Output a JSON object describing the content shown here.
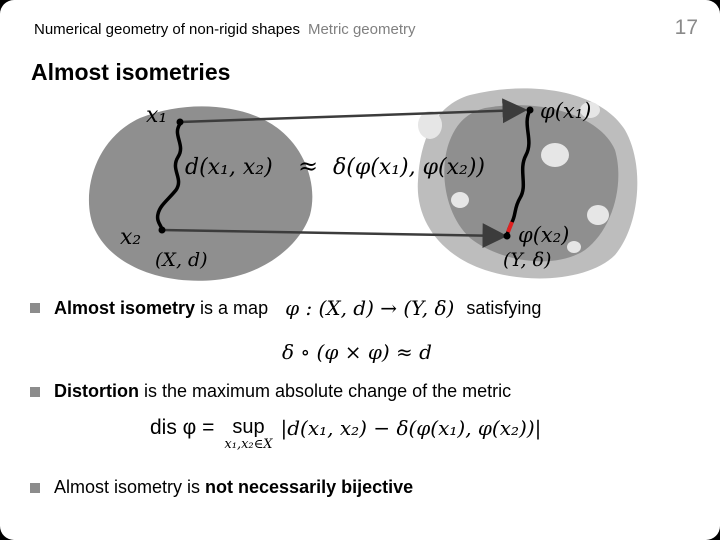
{
  "header": {
    "course": "Numerical geometry of non-rigid shapes",
    "section": "Metric geometry",
    "page_number": "17"
  },
  "title": "Almost isometries",
  "figure": {
    "label_x1": "x₁",
    "label_x2": "x₂",
    "label_phi_x1": "φ(x₁)",
    "label_phi_x2": "φ(x₂)",
    "space_X": "(X, d)",
    "space_Y": "(Y, δ)",
    "metric_d": "d(x₁, x₂)",
    "approx_symbol": "≈",
    "metric_delta": "δ(φ(x₁), φ(x₂))",
    "colors": {
      "shape": "#8f8f8f",
      "shape_light": "#bdbdbd",
      "holes": "#e6e6e6",
      "arrow": "#3c3c3c",
      "path": "#000000",
      "marker": "#e02020"
    }
  },
  "bullets": [
    {
      "bold": "Almost isometry",
      "text_before_math": " is a map ",
      "math": "φ : (X, d) → (Y, δ)",
      "text_after_math": "satisfying"
    },
    {
      "bold": "Distortion",
      "text": " is the maximum absolute change of the metric"
    },
    {
      "text": "Almost isometry is ",
      "bold": "not necessarily bijective"
    }
  ],
  "formulas": {
    "approx": "δ ∘ (φ × φ) ≈ d",
    "dis_lhs": "dis φ =",
    "sup": "sup",
    "sup_sub": "x₁,x₂∈X",
    "dis_rhs": "|d(x₁, x₂) − δ(φ(x₁), φ(x₂))|"
  }
}
